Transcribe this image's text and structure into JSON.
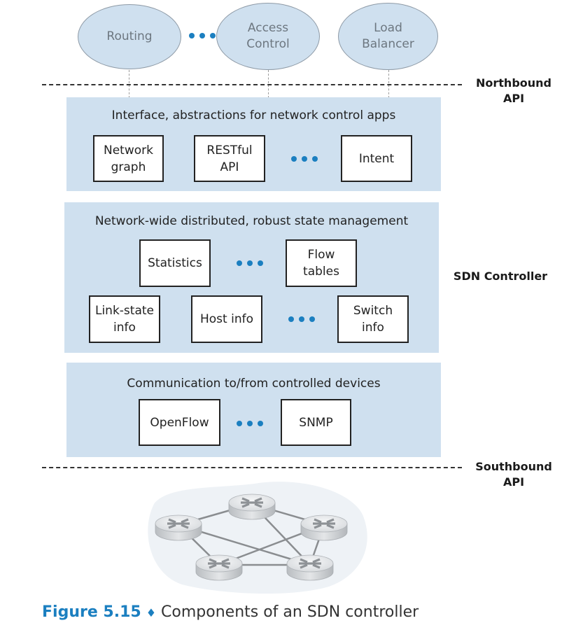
{
  "apps": {
    "items": [
      {
        "label": "Routing"
      },
      {
        "label": "Access\nControl"
      },
      {
        "label": "Load\nBalancer"
      }
    ],
    "ellipsis": "..."
  },
  "northbound": {
    "label": "Northbound\nAPI"
  },
  "southbound": {
    "label": "Southbound\nAPI"
  },
  "controller_label": "SDN Controller",
  "layers": {
    "interface": {
      "title": "Interface, abstractions for  network control apps",
      "boxes": [
        "Network\ngraph",
        "RESTful\nAPI",
        "Intent"
      ]
    },
    "state": {
      "title": "Network-wide distributed, robust state management",
      "boxes": [
        "Statistics",
        "Flow\ntables",
        "Link-state\ninfo",
        "Host info",
        "Switch\ninfo"
      ]
    },
    "comm": {
      "title": "Communication to/from controlled devices",
      "boxes": [
        "OpenFlow",
        "SNMP"
      ]
    }
  },
  "network": {
    "routers": 5
  },
  "caption": {
    "figure": "Figure 5.15",
    "separator": "♦",
    "text": "Components of an SDN controller"
  },
  "colors": {
    "panel": "#cfe0ef",
    "accent": "#1b7fc0"
  }
}
